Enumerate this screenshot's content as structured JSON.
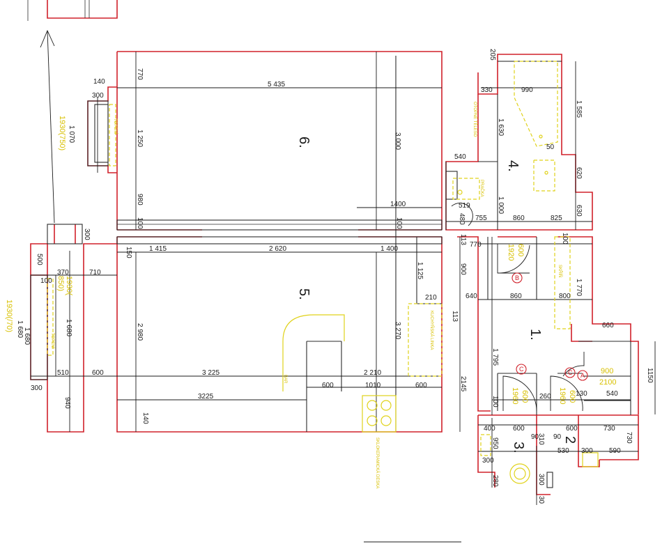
{
  "rooms": {
    "r1": "1.",
    "r2": "2",
    "r3": "3.",
    "r4": "4.",
    "r5": "5.",
    "r6": "6."
  },
  "dimensions": {
    "d_205": "205",
    "d_330": "330",
    "d_990": "990",
    "d_1585": "1 585",
    "d_1630": "1 630",
    "d_50": "50",
    "d_540a": "540",
    "d_620": "620",
    "d_1000": "1 000",
    "d_630": "630",
    "d_519": "519",
    "d_480": "480",
    "d_755": "755",
    "d_860a": "860",
    "d_825": "825",
    "d_100a": "100",
    "d_770a": "770",
    "d_5435": "5 435",
    "d_140a": "140",
    "d_300a": "300",
    "d_1070": "1 070",
    "d_1250": "1 250",
    "d_3000": "3.000",
    "d_980": "980",
    "d_100b": "100",
    "d_1400a": "1400",
    "d_100c": "100",
    "d_300b": "300",
    "d_1415": "1 415",
    "d_2620": "2 620",
    "d_1400b": "1 400",
    "d_150": "150",
    "d_113a": "113",
    "d_770b": "770",
    "d_1125": "1 125",
    "d_900": "900",
    "d_500": "500",
    "d_370": "370",
    "d_710": "710",
    "d_100d": "100",
    "d_1680a": "1 680",
    "d_1680b": "1 680",
    "d_1680c": "1 680",
    "d_2980": "2 980",
    "d_210": "210",
    "d_640": "640",
    "d_860b": "860",
    "d_800": "800",
    "d_113b": "113",
    "d_1770": "1 770",
    "d_660": "660",
    "d_3270": "3 270",
    "d_1795": "1 795",
    "d_2145": "2145",
    "d_510": "510",
    "d_600a": "600",
    "d_3225a": "3 225",
    "d_2210": "2 210",
    "d_600b": "600",
    "d_1010": "1010",
    "d_600c": "600",
    "d_3225b": "3225",
    "d_300c": "300",
    "d_940": "940",
    "d_140b": "140",
    "d_1150": "1150",
    "d_100e": "100",
    "d_260": "260",
    "d_130": "130",
    "d_540b": "540",
    "d_400": "400",
    "d_600d": "600",
    "d_90a": "90",
    "d_90b": "90",
    "d_600e": "600",
    "d_730a": "730",
    "d_730b": "730",
    "d_950": "950",
    "d_310": "310",
    "d_530": "530",
    "d_300d": "300",
    "d_590": "590",
    "d_300e": "300",
    "d_280": "280",
    "d_300f": "300",
    "d_30": "30"
  },
  "doors": {
    "door_600_1920": "600",
    "door_1920": "1920",
    "door_600_1960a": "600",
    "door_1960a": "1960",
    "door_600_1960b": "600",
    "door_1960b": "1960",
    "door_900": "900",
    "door_2100": "2100"
  },
  "tags": {
    "tag_b": "B",
    "tag_ca": "C",
    "tag_cb": "C",
    "tag_a": "A"
  },
  "labels": {
    "window_1930_750": "1930(750)",
    "window_1930_70": "1930(/70)",
    "window_1930_850": "1930(",
    "window_850": "850)",
    "otopne_teleso": "OTOPNÉ TĚLESO",
    "pracka": "PRAČKA",
    "skrin": "SKŘÍŇ",
    "kuchynska_linka": "KUCHYŇSKÁ LINKA",
    "sklokeramicka_deska": "SKLOKERAMICKÁ DESKA",
    "topeni_a": "TOPENÍ",
    "topeni_b": "TOPENÍ",
    "bar": "BAR"
  },
  "colors": {
    "wall": "#d0202a",
    "furniture": "#e0d21a",
    "dimension": "#1a1a1a"
  }
}
